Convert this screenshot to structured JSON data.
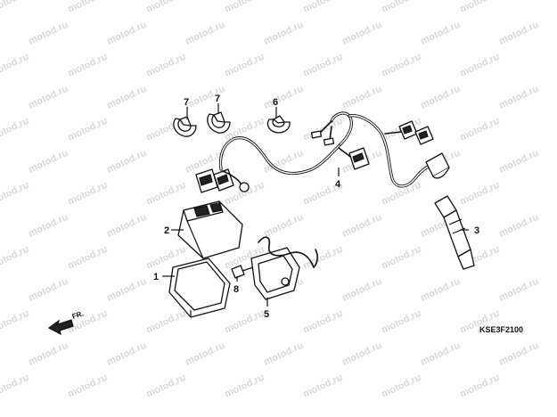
{
  "watermark": {
    "text": "motod.ru"
  },
  "callouts": [
    {
      "id": "1",
      "label": "1"
    },
    {
      "id": "2",
      "label": "2"
    },
    {
      "id": "3",
      "label": "3"
    },
    {
      "id": "4",
      "label": "4"
    },
    {
      "id": "5",
      "label": "5"
    },
    {
      "id": "6",
      "label": "6"
    },
    {
      "id": "7a",
      "label": "7"
    },
    {
      "id": "7b",
      "label": "7"
    },
    {
      "id": "8",
      "label": "8"
    }
  ],
  "direction": {
    "label": "FR."
  },
  "diagram_code": "KSE3F2100"
}
